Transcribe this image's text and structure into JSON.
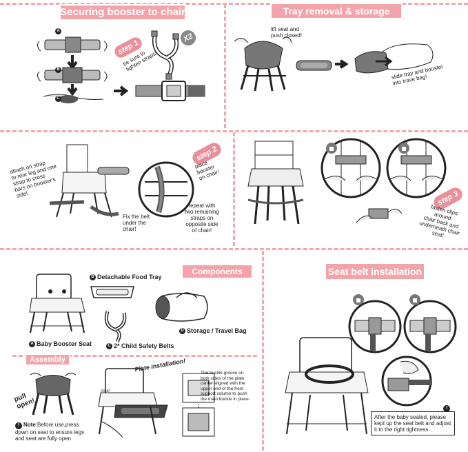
{
  "sections": {
    "securing": {
      "title": "Securing booster to chair"
    },
    "tray": {
      "title": "Tray removal & storage"
    },
    "components": {
      "title": "Components"
    },
    "seatbelt": {
      "title": "Seat belt installation"
    },
    "assembly": {
      "title": "Assembly"
    }
  },
  "steps": {
    "step1": "step 1",
    "step2": "step 2",
    "step3": "step 3",
    "x2": "X2"
  },
  "markers": {
    "a": "A",
    "b": "B",
    "c": "C"
  },
  "captions": {
    "tighten": "be sure to\ntighten straps!",
    "lift": "lift seat and\npush closed!",
    "slide": "slide tray and booster\ninto trave bag!",
    "attach": "attach on strap\nto rear leg and one\nstrap to cross\nbars on booster's\nside!",
    "place": "place\nbooster\non chair!",
    "fix": "Fix the belt\nunder the\nchair!",
    "repeat": "repeat with\ntwo remaining\nstraps on\nopposite side\nof chair!",
    "fasten": "fasten clips\naround\nchair back and\nunderneath chair\nseat!",
    "pull": "pull\nopen!",
    "plate": "Plate installation!",
    "buckle": "The buckle groove on\nboth sides of the plate\ncanbe aligned with the\nupper end of the front\nsupport column to push\nthe main buckle in place.",
    "click": "click!"
  },
  "components": {
    "a": "Baby Booster Seat",
    "b": "Detachable Food Tray",
    "c": "2* Child Safety Belts",
    "d": "Storage / Travel Bag"
  },
  "notes": {
    "note_label": "Note",
    "note_text": ":Before use,press dpwn on seat to ensure legs and seat are fully open",
    "seated": "After the baby seated, please kept up the seat belt and adjust it to the right tightness."
  },
  "colors": {
    "accent": "#f3a3aa",
    "badge": "#e8909a",
    "dash": "#f0a8ae"
  }
}
